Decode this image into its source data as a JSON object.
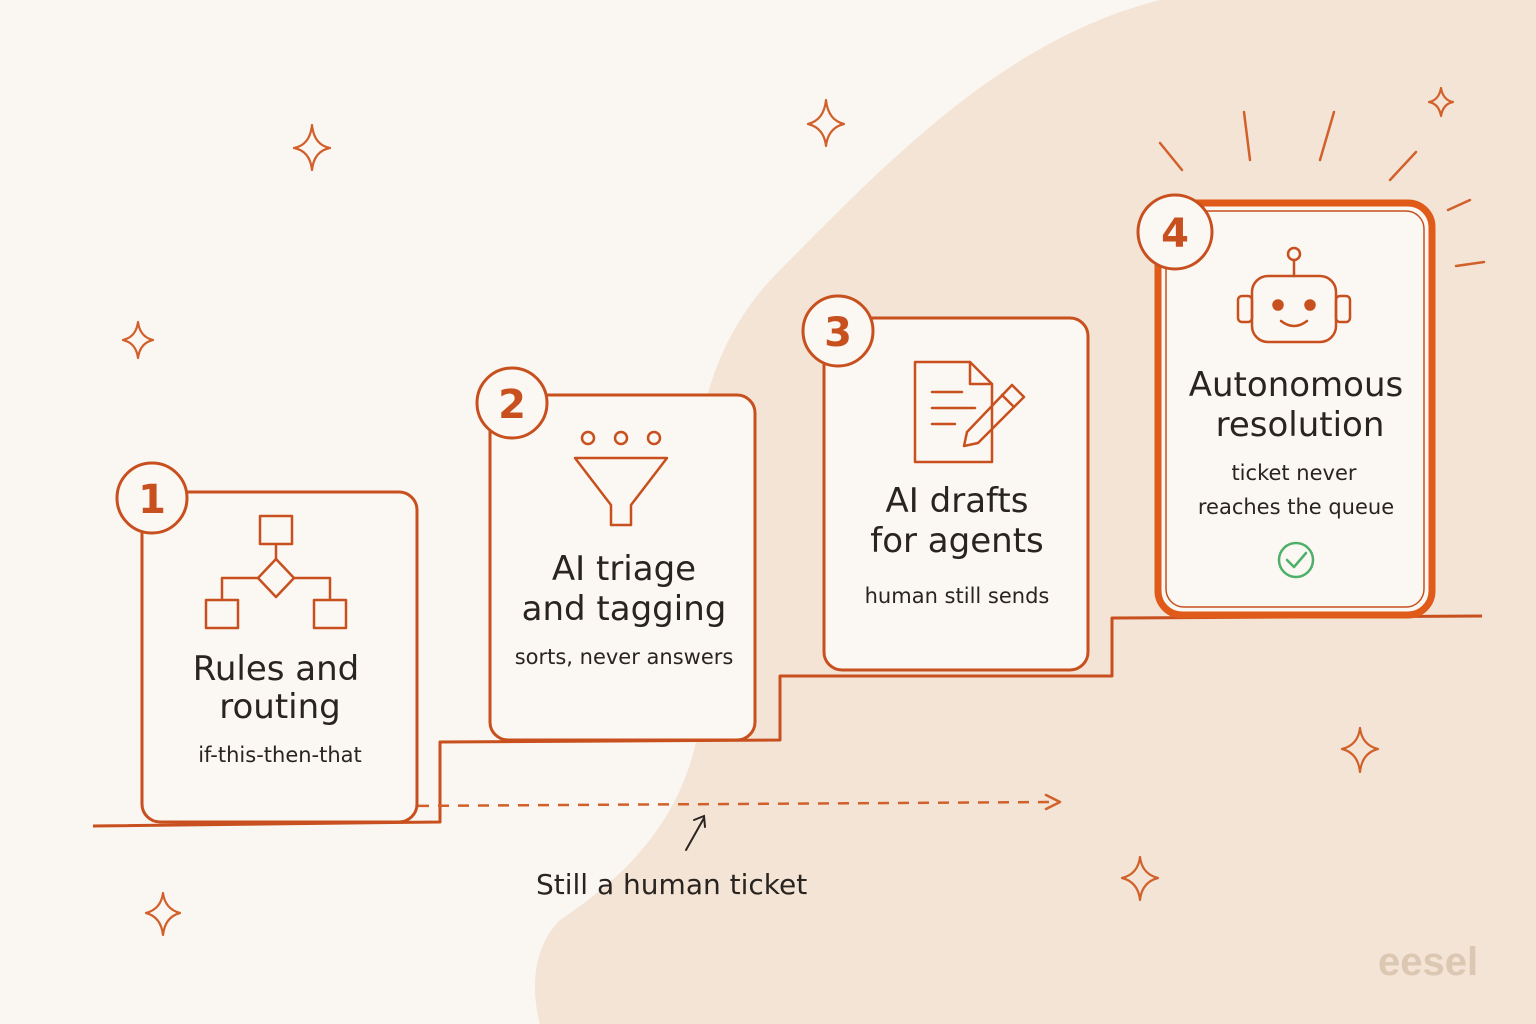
{
  "steps": [
    {
      "number": "1",
      "title_line1": "Rules and",
      "title_line2": "routing",
      "subtitle": "if-this-then-that",
      "icon": "flowchart-icon"
    },
    {
      "number": "2",
      "title_line1": "AI triage",
      "title_line2": "and tagging",
      "subtitle": "sorts, never answers",
      "icon": "funnel-icon"
    },
    {
      "number": "3",
      "title_line1": "AI drafts",
      "title_line2": "for agents",
      "subtitle": "human still sends",
      "icon": "document-pencil-icon"
    },
    {
      "number": "4",
      "title_line1": "Autonomous",
      "title_line2": "resolution",
      "subtitle_line1": "ticket never",
      "subtitle_line2": "reaches the queue",
      "icon": "robot-icon",
      "status_icon": "check-circle-icon"
    }
  ],
  "annotation": "Still a human ticket",
  "brand": "eesel",
  "colors": {
    "accent": "#c8501e",
    "highlight": "#e05a1a",
    "background": "#faf6f1",
    "blob": "#f3e4d6",
    "check": "#4caf6a",
    "brand": "#dcc7b3"
  }
}
